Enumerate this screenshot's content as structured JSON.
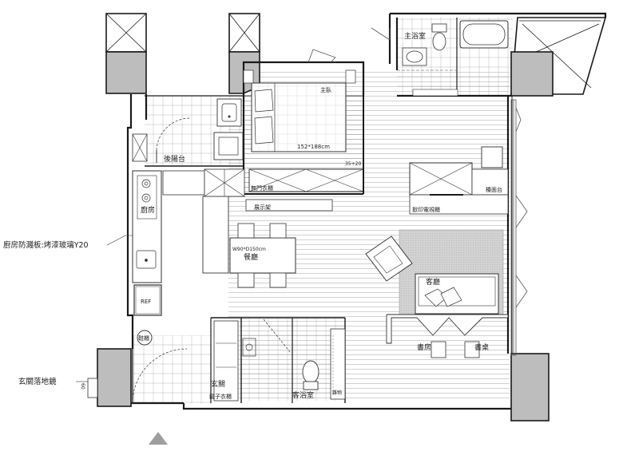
{
  "rooms": {
    "master_bath": "主浴室",
    "master_bedroom": "主臥",
    "bed_size": "152*188cm",
    "bed_side_dim": "35+20",
    "closet": "無門衣櫃",
    "rear_balcony": "後陽台",
    "kitchen": "廚房",
    "display_shelf": "展示架",
    "dining_table_size": "W90*D150cm",
    "dining": "餐廳",
    "tv_cabinet": "掀印電視櫃",
    "workbench": "檯面台",
    "living": "客廳",
    "study": "書房",
    "desk": "書桌",
    "shoe_cabinet": "鞋櫃",
    "entry": "玄關",
    "coat_closet": "龍子衣櫃",
    "guest_bath": "客浴室",
    "utility": "雜物",
    "fridge": "REF"
  },
  "annotations": {
    "kitchen_backsplash": "廚房防濺板:烤漆玻璃Y20",
    "entry_mirror": "玄關落地鏡",
    "mirror_dim": "60"
  },
  "colors": {
    "wall": "#1a1a1a",
    "column_fill": "#bdbdbd",
    "floor_hatch": "#8a8a8a",
    "rug": "#cfcfcf",
    "entry_marker": "#9e9e9e"
  }
}
